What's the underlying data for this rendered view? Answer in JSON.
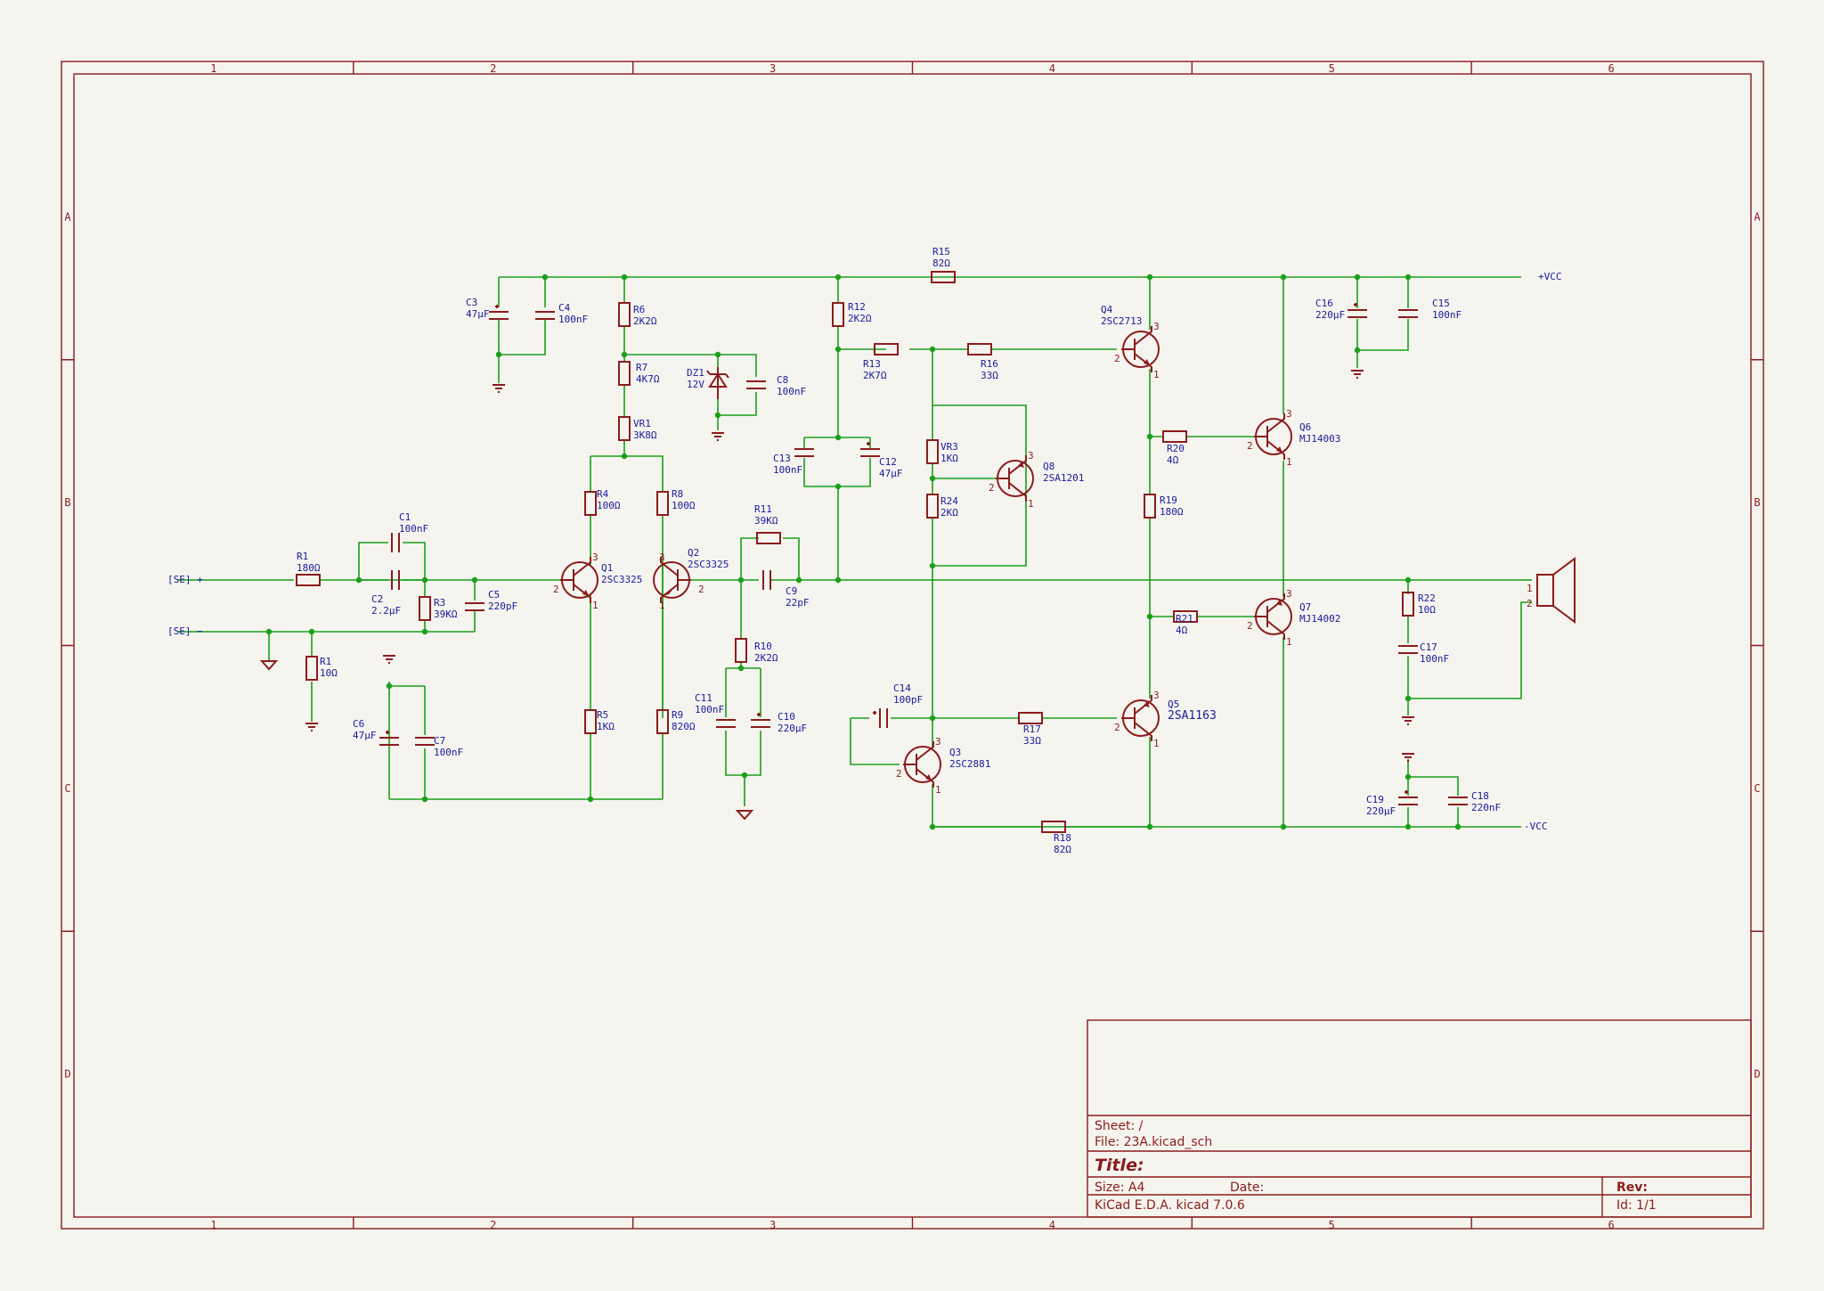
{
  "frame": {
    "columns": [
      "1",
      "2",
      "3",
      "4",
      "5",
      "6"
    ],
    "rows": [
      "A",
      "B",
      "C",
      "D"
    ]
  },
  "title_block": {
    "sheet": "Sheet: /",
    "file": "File: 23A.kicad_sch",
    "title": "Title:",
    "size": "Size: A4",
    "date": "Date:",
    "rev": "Rev:",
    "tool": "KiCad E.D.A.  kicad 7.0.6",
    "id": "Id: 1/1"
  },
  "nets": {
    "vcc_pos": "+VCC",
    "vcc_neg": "-VCC",
    "in_pos": "[SE] +",
    "in_neg": "[SE] −"
  },
  "components": {
    "R1a": {
      "ref": "R1",
      "value": "180Ω"
    },
    "R1b": {
      "ref": "R1",
      "value": "10Ω"
    },
    "C1": {
      "ref": "C1",
      "value": "100nF"
    },
    "C2": {
      "ref": "C2",
      "value": "2.2µF"
    },
    "R3": {
      "ref": "R3",
      "value": "39KΩ"
    },
    "C5": {
      "ref": "C5",
      "value": "220pF"
    },
    "C3": {
      "ref": "C3",
      "value": "47µF"
    },
    "C4": {
      "ref": "C4",
      "value": "100nF"
    },
    "C6": {
      "ref": "C6",
      "value": "47µF"
    },
    "C7": {
      "ref": "C7",
      "value": "100nF"
    },
    "R6": {
      "ref": "R6",
      "value": "2K2Ω"
    },
    "R7": {
      "ref": "R7",
      "value": "4K7Ω"
    },
    "VR1": {
      "ref": "VR1",
      "value": "3K8Ω"
    },
    "DZ1": {
      "ref": "DZ1",
      "value": "12V"
    },
    "C8": {
      "ref": "C8",
      "value": "100nF"
    },
    "R4": {
      "ref": "R4",
      "value": "100Ω"
    },
    "R8": {
      "ref": "R8",
      "value": "100Ω"
    },
    "Q1": {
      "ref": "Q1",
      "value": "2SC3325"
    },
    "Q2": {
      "ref": "Q2",
      "value": "2SC3325"
    },
    "R5": {
      "ref": "R5",
      "value": "1KΩ"
    },
    "R9": {
      "ref": "R9",
      "value": "820Ω"
    },
    "R11": {
      "ref": "R11",
      "value": "39KΩ"
    },
    "C9": {
      "ref": "C9",
      "value": "22pF"
    },
    "R10": {
      "ref": "R10",
      "value": "2K2Ω"
    },
    "C11": {
      "ref": "C11",
      "value": "100nF"
    },
    "C10": {
      "ref": "C10",
      "value": "220µF"
    },
    "R12": {
      "ref": "R12",
      "value": "2K2Ω"
    },
    "C13": {
      "ref": "C13",
      "value": "100nF"
    },
    "C12": {
      "ref": "C12",
      "value": "47µF"
    },
    "R15": {
      "ref": "R15",
      "value": "82Ω"
    },
    "R13": {
      "ref": "R13",
      "value": "2K7Ω"
    },
    "R16": {
      "ref": "R16",
      "value": "33Ω"
    },
    "VR3": {
      "ref": "VR3",
      "value": "1KΩ"
    },
    "R24": {
      "ref": "R24",
      "value": "2KΩ"
    },
    "Q8": {
      "ref": "Q8",
      "value": "2SA1201"
    },
    "Q4": {
      "ref": "Q4",
      "value": "2SC2713"
    },
    "R20": {
      "ref": "R20",
      "value": "4Ω"
    },
    "R19": {
      "ref": "R19",
      "value": "180Ω"
    },
    "Q6": {
      "ref": "Q6",
      "value": "MJ14003"
    },
    "Q7": {
      "ref": "Q7",
      "value": "MJ14002"
    },
    "R21": {
      "ref": "R21",
      "value": "4Ω"
    },
    "C14": {
      "ref": "C14",
      "value": "100pF"
    },
    "R17": {
      "ref": "R17",
      "value": "33Ω"
    },
    "Q3": {
      "ref": "Q3",
      "value": "2SC2881"
    },
    "Q5": {
      "ref": "Q5",
      "value": "2SA1163"
    },
    "R18": {
      "ref": "R18",
      "value": "82Ω"
    },
    "C16": {
      "ref": "C16",
      "value": "220µF"
    },
    "C15": {
      "ref": "C15",
      "value": "100nF"
    },
    "R22": {
      "ref": "R22",
      "value": "10Ω"
    },
    "C17": {
      "ref": "C17",
      "value": "100nF"
    },
    "C19": {
      "ref": "C19",
      "value": "220µF"
    },
    "C18": {
      "ref": "C18",
      "value": "220nF"
    }
  }
}
